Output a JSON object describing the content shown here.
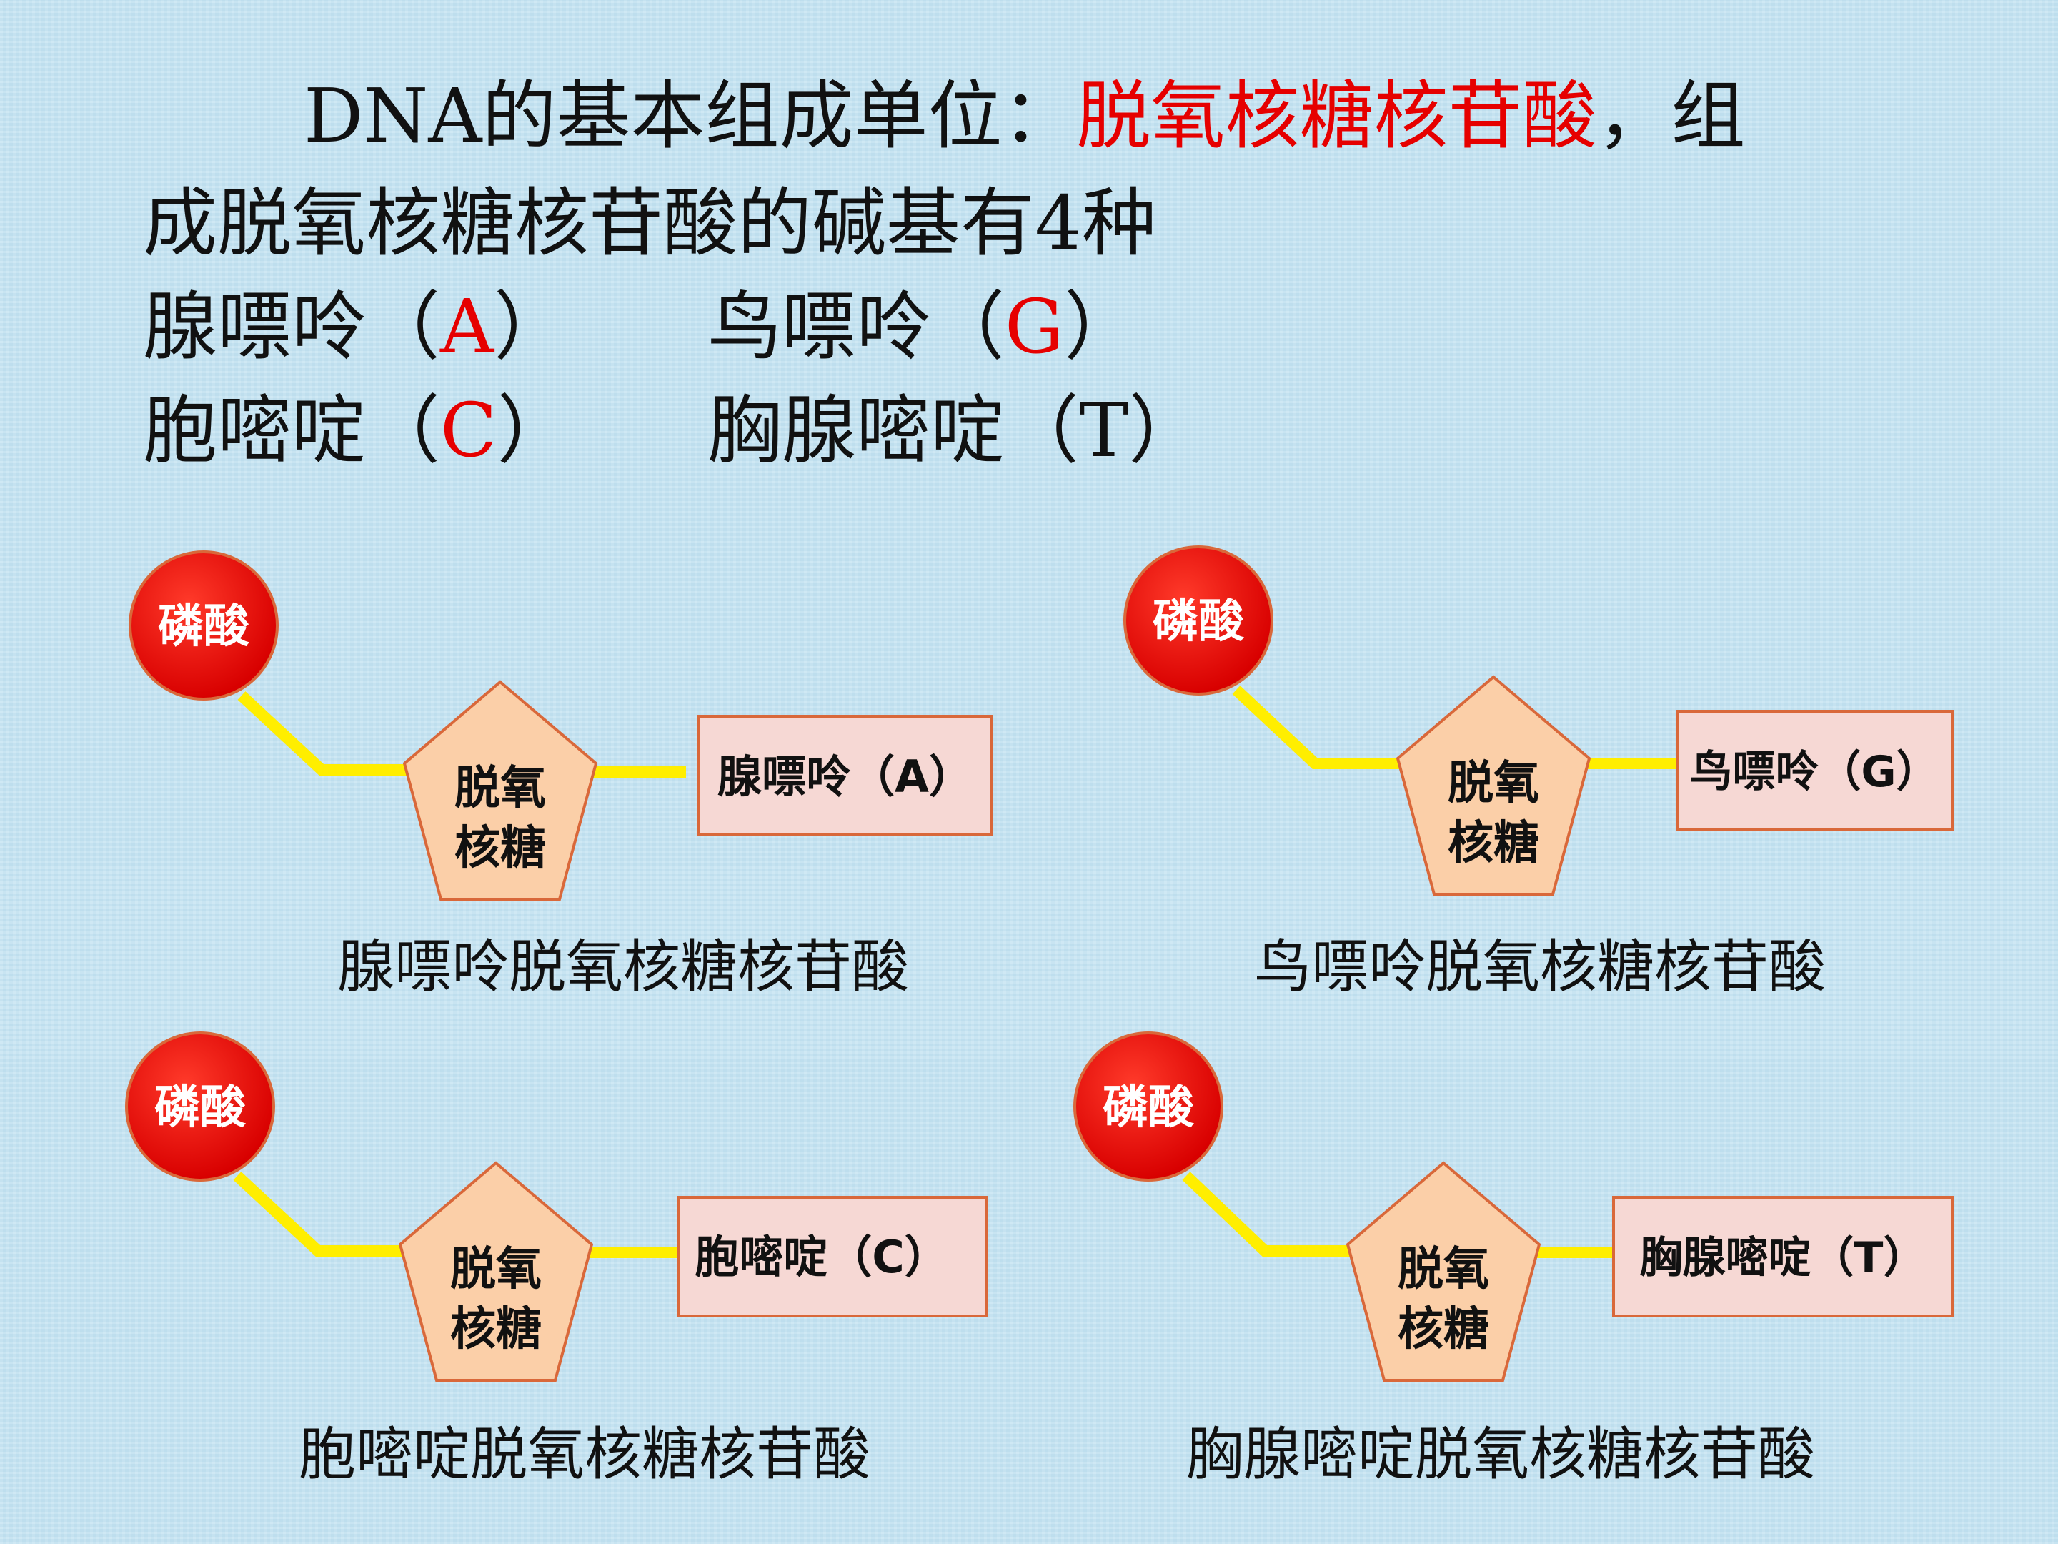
{
  "header": {
    "line1_prefix": "DNA的基本组成单位：",
    "line1_highlight": "脱氧核糖核苷酸",
    "line1_suffix": "，组",
    "line2": "成脱氧核糖核苷酸的碱基有4种"
  },
  "bases": {
    "a": {
      "name": "腺嘌呤",
      "open": "（",
      "letter": "A",
      "close": "）"
    },
    "g": {
      "name": "鸟嘌呤",
      "open": "（",
      "letter": "G",
      "close": "）"
    },
    "c": {
      "name": "胞嘧啶",
      "open": "（",
      "letter": "C",
      "close": "）"
    },
    "t": {
      "name": "胸腺嘧啶",
      "open": "（",
      "letter": "T",
      "close": "）"
    }
  },
  "diagrams": {
    "phosphate_label": "磷酸",
    "sugar_label_line1": "脱氧",
    "sugar_label_line2": "核糖",
    "a": {
      "base_label": "腺嘌呤（A）",
      "caption": "腺嘌呤脱氧核糖核苷酸"
    },
    "g": {
      "base_label": "鸟嘌呤（G）",
      "caption": "鸟嘌呤脱氧核糖核苷酸"
    },
    "c": {
      "base_label": "胞嘧啶（C）",
      "caption": "胞嘧啶脱氧核糖核苷酸"
    },
    "t": {
      "base_label": "胸腺嘧啶（T）",
      "caption": "胸腺嘧啶脱氧核糖核苷酸"
    }
  },
  "colors": {
    "phosphate_fill": "#e60000",
    "sugar_fill": "#fbcfa8",
    "base_fill": "#f6d8d4",
    "outline": "#d9683a",
    "bond": "#ffee00",
    "highlight_text": "#e60000"
  }
}
